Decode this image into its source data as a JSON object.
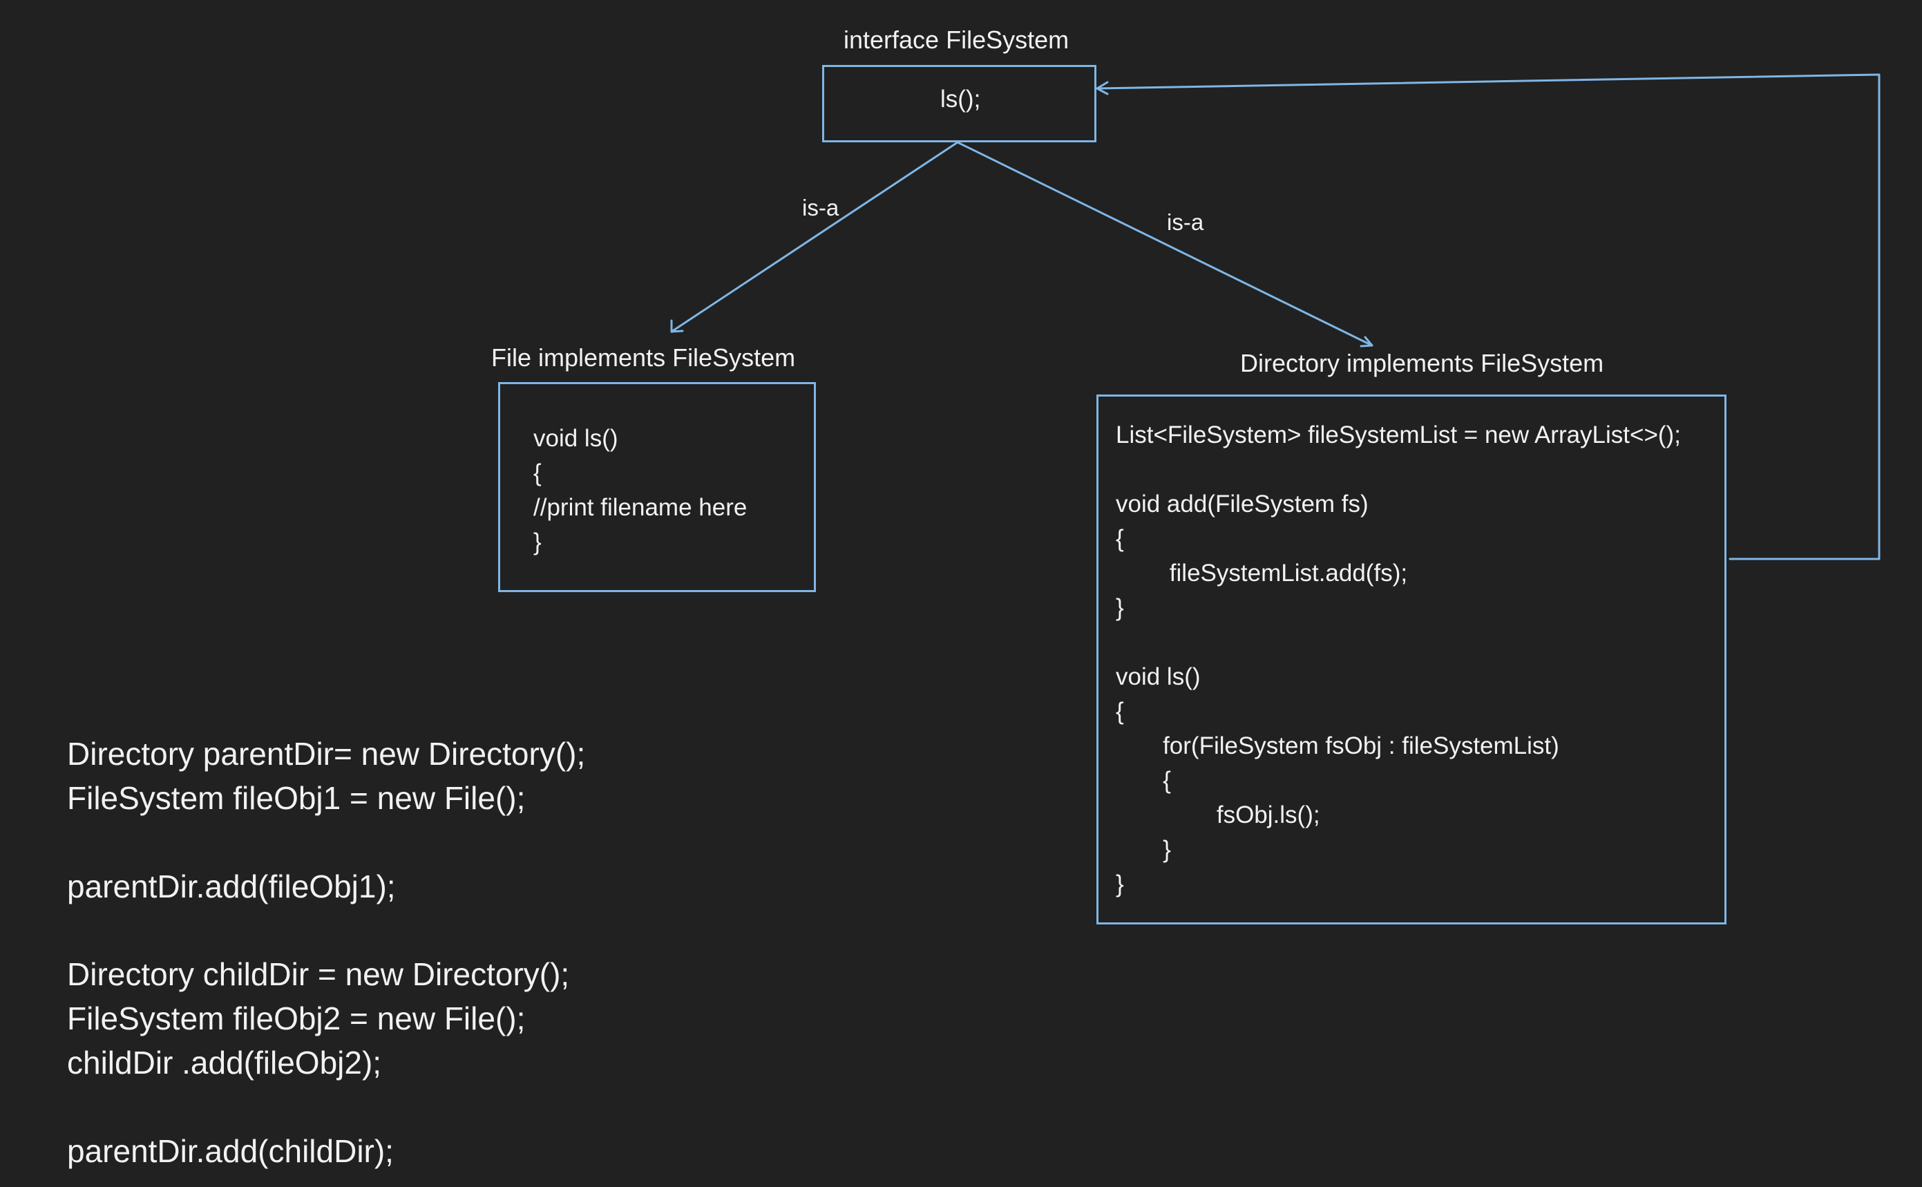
{
  "colors": {
    "background": "#212121",
    "stroke": "#7fb6e6",
    "text": "#f2f2f2"
  },
  "interface_node": {
    "title": "interface FileSystem",
    "body": [
      "ls();"
    ]
  },
  "file_node": {
    "title": "File implements FileSystem",
    "body": [
      "void ls()",
      "{",
      "//print filename here",
      "}"
    ]
  },
  "directory_node": {
    "title": "Directory implements FileSystem",
    "body": [
      "List<FileSystem> fileSystemList = new ArrayList<>();",
      "",
      "void add(FileSystem fs)",
      "{",
      "        fileSystemList.add(fs);",
      "}",
      "",
      "void ls()",
      "{",
      "       for(FileSystem fsObj : fileSystemList)",
      "       {",
      "               fsObj.ls();",
      "       }",
      "}"
    ]
  },
  "edges": [
    {
      "from": "interface",
      "to": "file",
      "label": "is-a"
    },
    {
      "from": "interface",
      "to": "directory",
      "label": "is-a"
    },
    {
      "from": "directory",
      "to": "interface",
      "label": ""
    }
  ],
  "client_code": [
    "Directory parentDir= new Directory();",
    "FileSystem fileObj1 = new File();",
    "",
    "parentDir.add(fileObj1);",
    "",
    "Directory childDir = new Directory();",
    "FileSystem fileObj2 = new File();",
    "childDir .add(fileObj2);",
    "",
    "parentDir.add(childDir);"
  ]
}
